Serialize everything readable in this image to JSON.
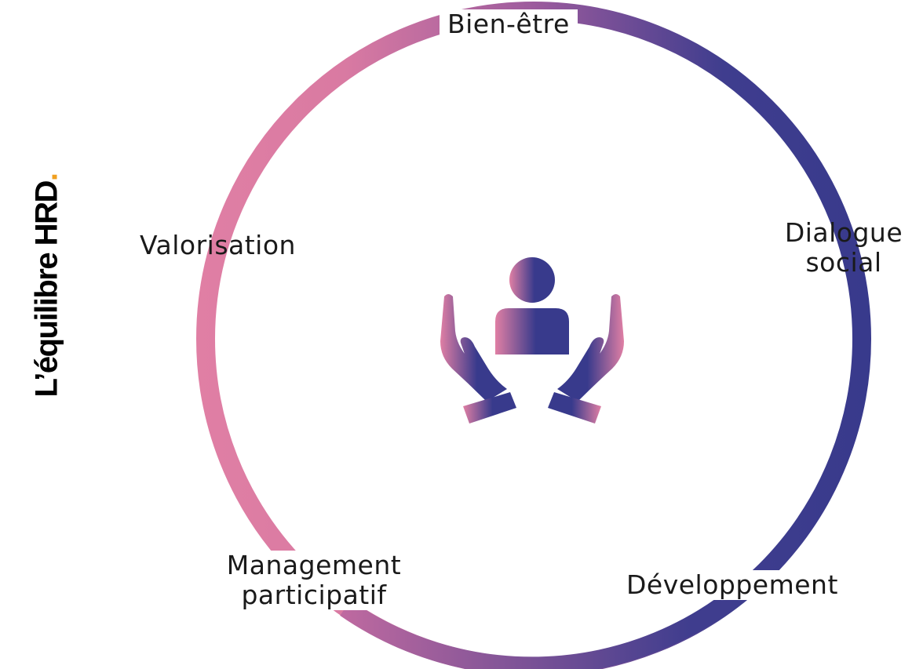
{
  "diagram": {
    "nodes": [
      {
        "id": "bien-etre",
        "lines": [
          "Bien-être"
        ]
      },
      {
        "id": "dialogue-social",
        "lines": [
          "Dialogue",
          "social"
        ]
      },
      {
        "id": "developpement",
        "lines": [
          "Développement"
        ]
      },
      {
        "id": "management-participatif",
        "lines": [
          "Management",
          "participatif"
        ]
      },
      {
        "id": "valorisation",
        "lines": [
          "Valorisation"
        ]
      }
    ],
    "center_icon": "hands-holding-person-icon"
  },
  "brand": {
    "name": "L’équilibre HRD",
    "dot": "."
  },
  "colors": {
    "gradient_start": "#e07fa4",
    "gradient_mid": "#a05a9c",
    "gradient_end": "#383a8c",
    "text": "#1a1a1a",
    "brand_dot": "#f0a020"
  }
}
